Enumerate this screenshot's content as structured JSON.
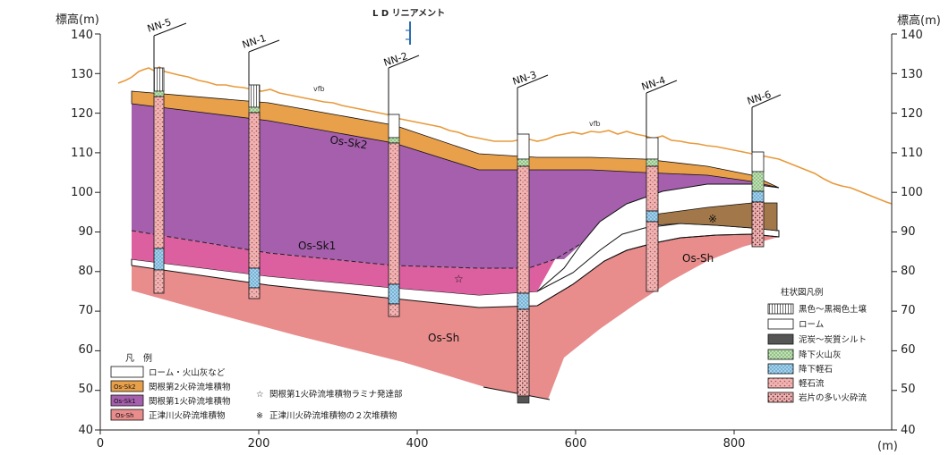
{
  "axes": {
    "left_label": "標高(m)",
    "right_label": "標高(m)",
    "x_unit": "(m)",
    "y_ticks": [
      "140",
      "130",
      "120",
      "110",
      "100",
      "90",
      "80",
      "70",
      "60",
      "50",
      "40"
    ],
    "x_ticks": [
      "0",
      "200",
      "400",
      "600",
      "800"
    ]
  },
  "lineament_label": "L D リニアメント",
  "vfb_labels": [
    "vfb",
    "vfb"
  ],
  "boreholes": [
    "NN-5",
    "NN-1",
    "NN-2",
    "NN-3",
    "NN-4",
    "NN-6"
  ],
  "unit_labels": {
    "sk2": "Os-Sk2",
    "sk1": "Os-Sk1",
    "sh_left": "Os-Sh",
    "sh_right": "Os-Sh"
  },
  "symbols": {
    "star": "☆",
    "kome": "※"
  },
  "legend_left": {
    "title": "凡　例",
    "items": [
      {
        "code": "",
        "text": "ローム・火山灰など",
        "color": "#ffffff"
      },
      {
        "code": "Os-Sk2",
        "text": "関根第2火砕流堆積物",
        "color": "#e8a04a"
      },
      {
        "code": "Os-Sk1",
        "text": "関根第1火砕流堆積物",
        "color": "#a55fad"
      },
      {
        "code": "Os-Sh",
        "text": "正津川火砕流堆積物",
        "color": "#e88c8c"
      }
    ],
    "notes": [
      {
        "symbol": "☆",
        "text": "関根第1火砕流堆積物ラミナ発達部"
      },
      {
        "symbol": "※",
        "text": "正津川火砕流堆積物の２次堆積物"
      }
    ]
  },
  "legend_right": {
    "title": "柱状図凡例",
    "items": [
      {
        "text": "黒色～黒褐色土壌",
        "pattern": "vlines"
      },
      {
        "text": "ローム",
        "pattern": "white"
      },
      {
        "text": "泥炭～炭質シルト",
        "pattern": "dark"
      },
      {
        "text": "降下火山灰",
        "pattern": "green"
      },
      {
        "text": "降下軽石",
        "pattern": "blue"
      },
      {
        "text": "軽石流",
        "pattern": "pink"
      },
      {
        "text": "岩片の多い火砕流",
        "pattern": "pink_dense"
      }
    ]
  },
  "colors": {
    "sk2": "#e8a04a",
    "sk1": "#a55fad",
    "sk1_lower": "#dc5fa0",
    "sh": "#e88c8c",
    "brown": "#a2784a",
    "surface": "#e89a3c"
  }
}
